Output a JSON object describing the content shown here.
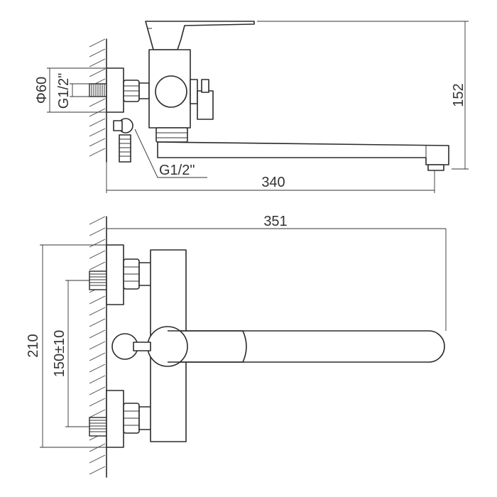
{
  "top_view": {
    "dim_width": "340",
    "dim_height": "152",
    "dim_diameter": "Φ60",
    "dim_wall_thread": "G1/2\"",
    "dim_outlet_thread": "G1/2\""
  },
  "front_view": {
    "dim_width": "351",
    "dim_height": "210",
    "dim_inlet_spacing": "150±10"
  }
}
